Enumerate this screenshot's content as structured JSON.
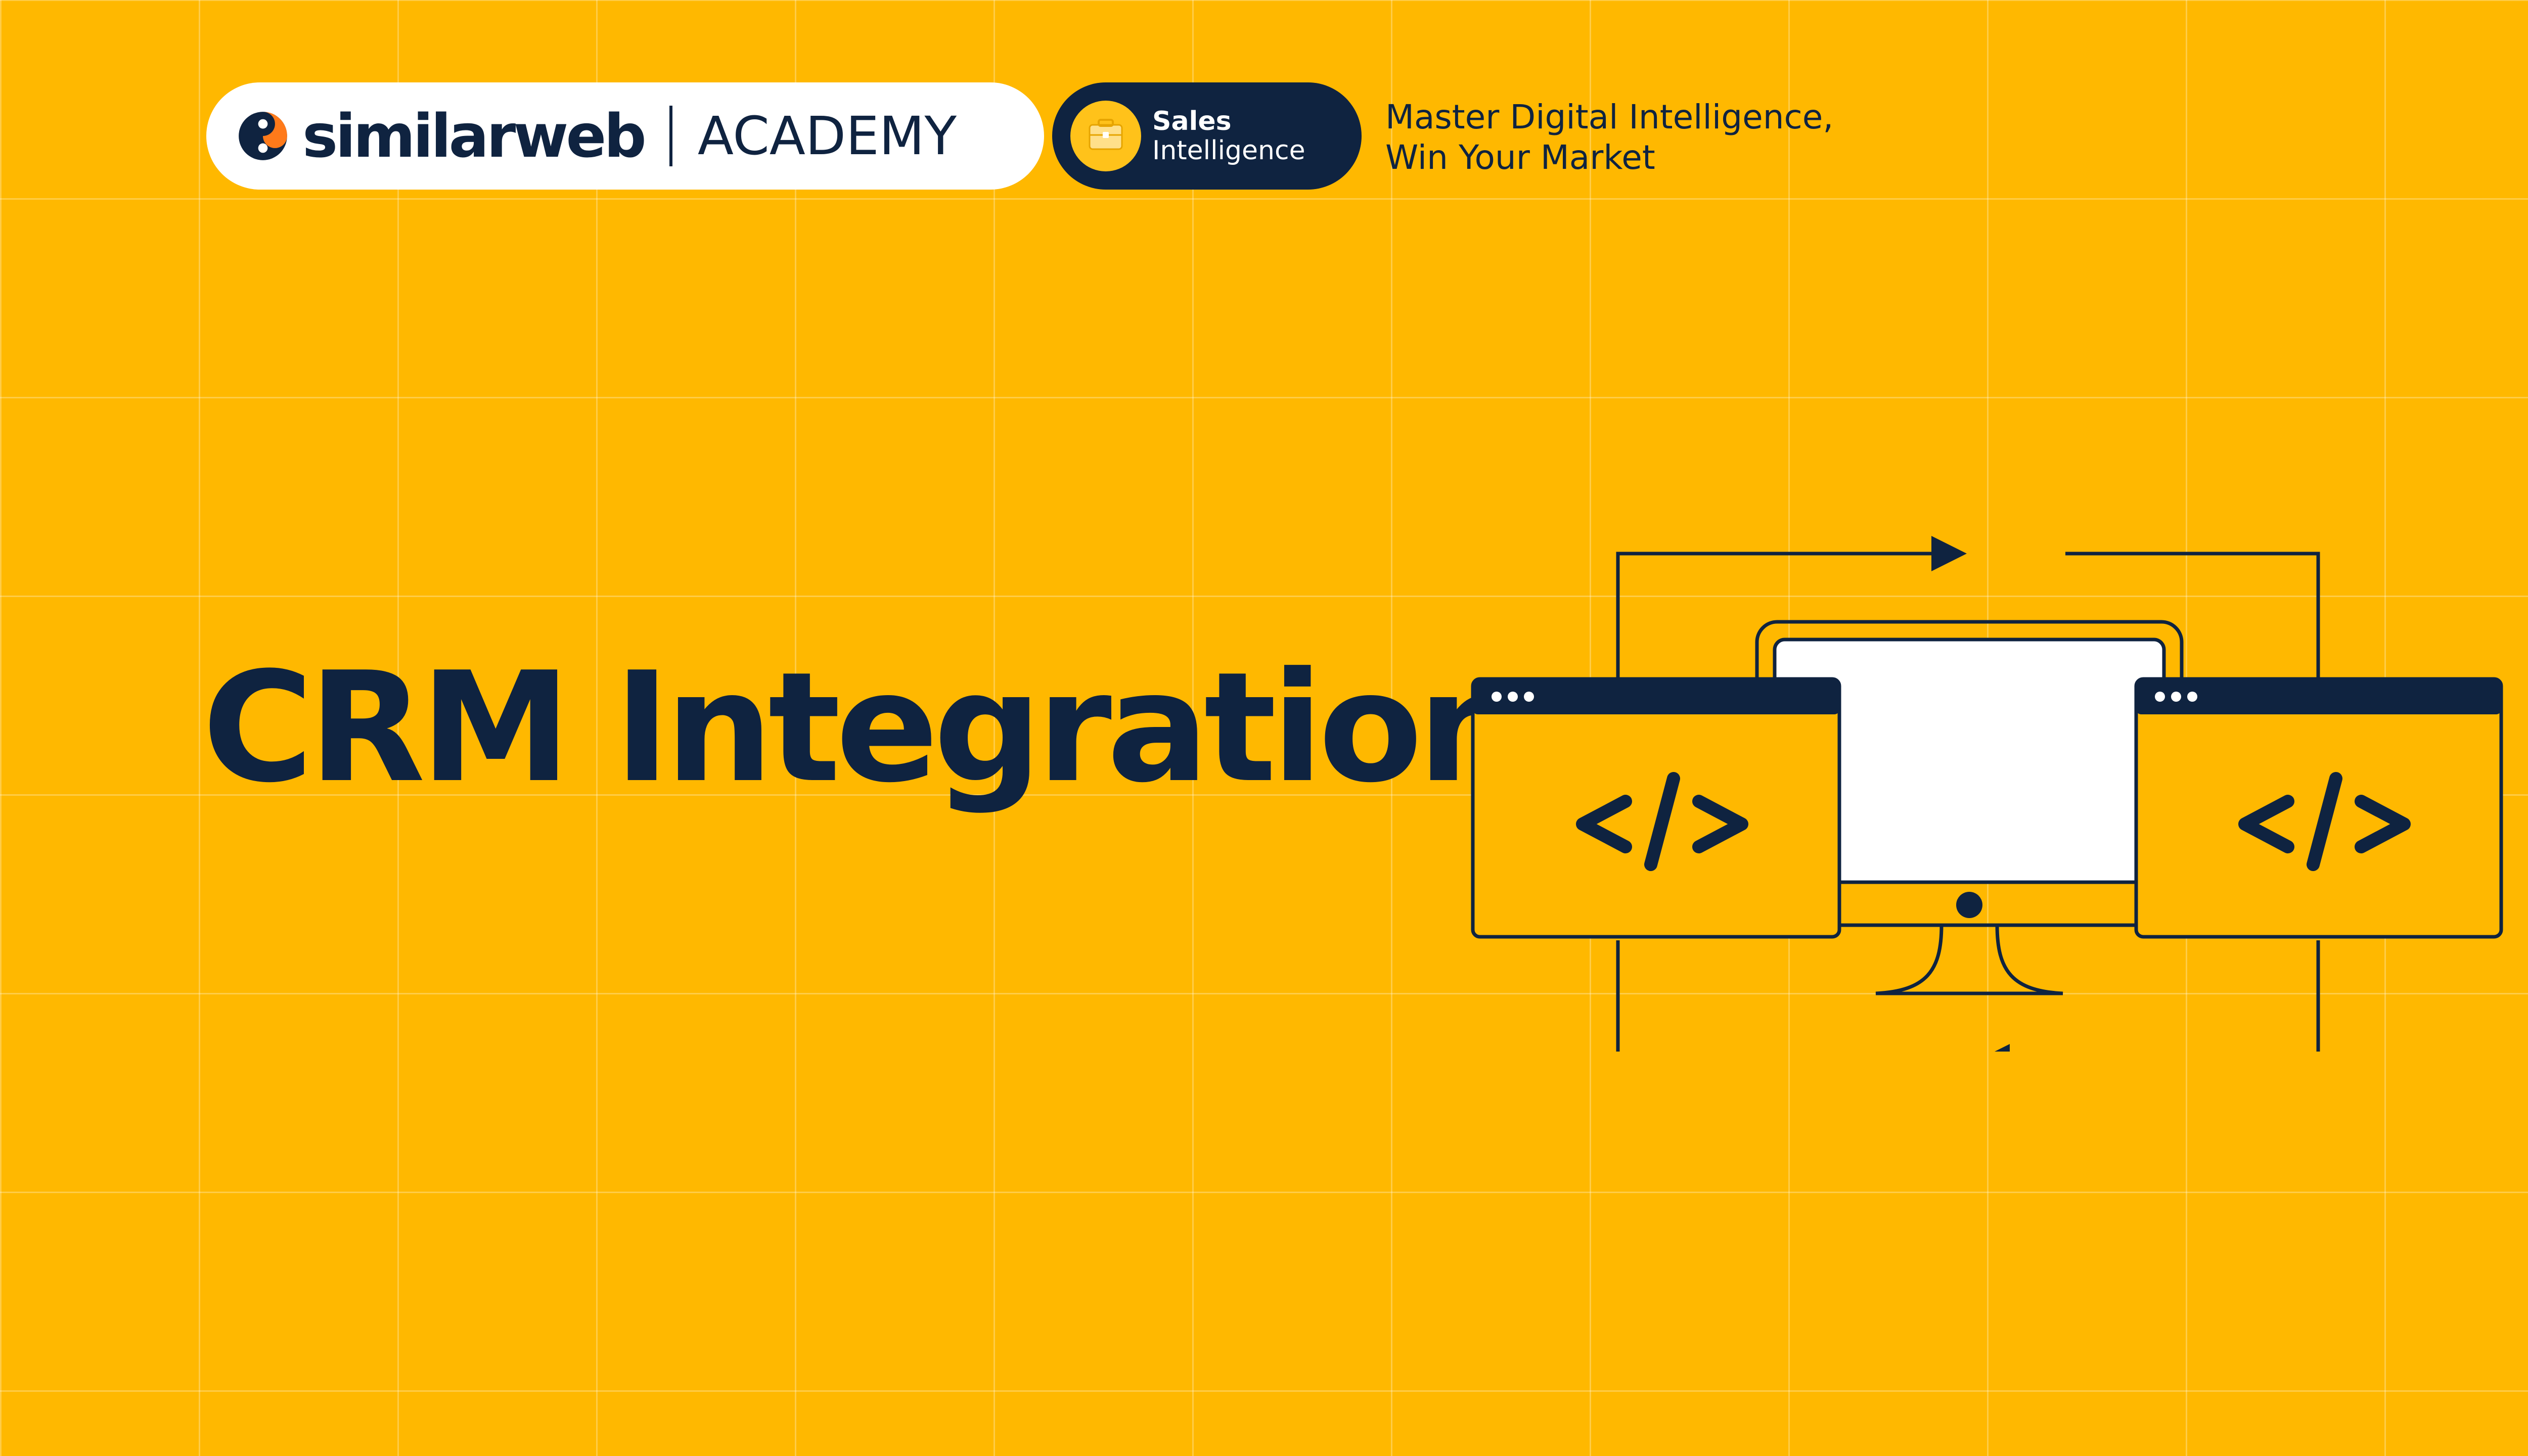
{
  "brand": {
    "name": "similarweb",
    "section": "ACADEMY",
    "logo_icon": "similarweb-logo-icon"
  },
  "course_badge": {
    "line1": "Sales",
    "line2": "Intelligence",
    "icon": "briefcase-icon"
  },
  "tagline": {
    "line1": "Master Digital Intelligence,",
    "line2": "Win Your Market"
  },
  "title": "CRM Integration",
  "illustration": {
    "icons": [
      "code-window-icon",
      "monitor-icon",
      "sync-arrows-icon"
    ],
    "code_symbol": "</>"
  },
  "colors": {
    "background": "#FFB800",
    "navy": "#0F2340",
    "accent_orange": "#FF7A1A",
    "white": "#FFFFFF"
  }
}
